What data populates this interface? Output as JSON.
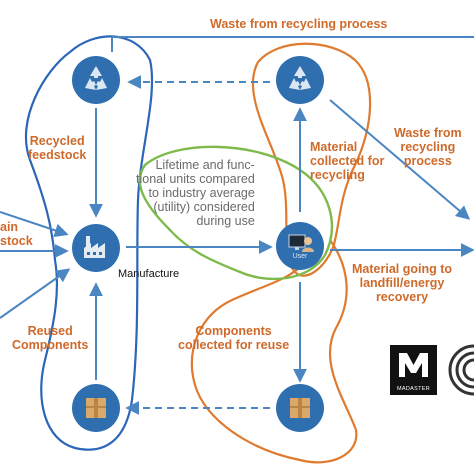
{
  "labels": {
    "waste_top": "Waste from recycling process",
    "recycled_feedstock": "Recycled\nfeedstock",
    "material_collected": "Material\ncollected for\nrecycling",
    "waste_right": "Waste from\nrecycling\nprocess",
    "lifetime": "Lifetime and func-\ntional units compared\nto industry average\n(utility) considered\nduring use",
    "main_feedstock_partial": "ain\nstock",
    "manufacture": "Manufacture",
    "user": "User",
    "landfill": "Material going to\nlandfill/energy\nrecovery",
    "reused": "Reused\nComponents",
    "components_reuse": "Components\ncollected for reuse",
    "madaster": "MADASTER"
  },
  "icons": {
    "recycle_left": "recycle-icon",
    "recycle_right": "recycle-icon",
    "factory": "factory-icon",
    "user": "computer-user-icon",
    "box_left": "box-icon",
    "box_right": "box-icon",
    "logo_m": "madaster-logo",
    "logo_ring": "circular-logo"
  },
  "colors": {
    "node": "#2f6fb0",
    "arrow": "#4a86c2",
    "label_orange": "#cf6a2a",
    "blue_loop": "#2c66b8",
    "orange_loop": "#e07a2e",
    "green_loop": "#7dba4a",
    "grey_text": "#6b6b6b"
  }
}
